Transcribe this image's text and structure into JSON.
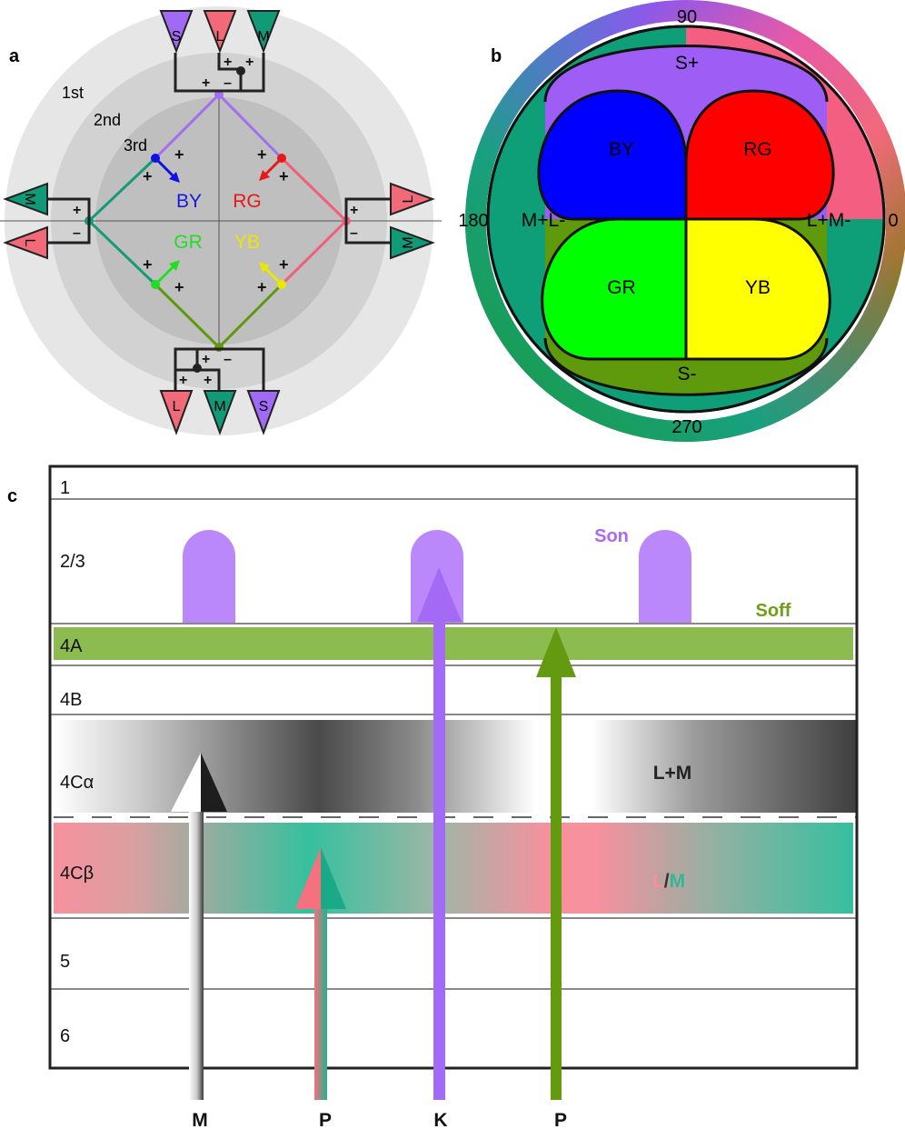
{
  "panel_a": {
    "letter": "a",
    "ring_labels": [
      "1st",
      "2nd",
      "3rd"
    ],
    "quadrants": [
      {
        "label": "BY",
        "color": "#1a1ad8"
      },
      {
        "label": "RG",
        "color": "#e81818"
      },
      {
        "label": "GR",
        "color": "#22dd22"
      },
      {
        "label": "YB",
        "color": "#e8e800"
      }
    ],
    "cones": {
      "top": [
        "S",
        "L",
        "M"
      ],
      "left": [
        "M",
        "L"
      ],
      "right": [
        "L",
        "M"
      ],
      "bottom": [
        "L",
        "M",
        "S"
      ]
    },
    "signs": {
      "plus": "+",
      "minus": "–"
    }
  },
  "panel_b": {
    "letter": "b",
    "angles": {
      "top": "90",
      "left": "180",
      "right": "0",
      "bottom": "270"
    },
    "regions": {
      "top": "S+",
      "left": "M+L-",
      "right": "L+M-",
      "bottom": "S-",
      "petals": [
        "BY",
        "RG",
        "GR",
        "YB"
      ]
    },
    "colors": {
      "s_plus": "#9e5ef6",
      "s_minus": "#5e9a0c",
      "m_plus_l_minus": "#0e9e78",
      "l_plus_m_minus": "#f45e80",
      "by": "#0000ff",
      "rg": "#ff0000",
      "gr": "#00ff00",
      "yb": "#ffff00"
    }
  },
  "panel_c": {
    "letter": "c",
    "layers": [
      "1",
      "2/3",
      "4A",
      "4B",
      "4Cα",
      "4Cβ",
      "5",
      "6"
    ],
    "labels": {
      "son": "Son",
      "soff": "Soff",
      "lm": "L+M",
      "l": "L",
      "slash": "/",
      "m": "M"
    },
    "pathways": [
      "M",
      "P",
      "K",
      "P"
    ],
    "colors": {
      "son": "#bb88fb",
      "son_text": "#aa6af8",
      "soff": "#8cbb50",
      "soff_text": "#6e9e1a",
      "k_arrow": "#a36af5",
      "p_arrow": "#649a10",
      "l_pink": "#f7919e",
      "m_teal": "#36c09e"
    }
  }
}
